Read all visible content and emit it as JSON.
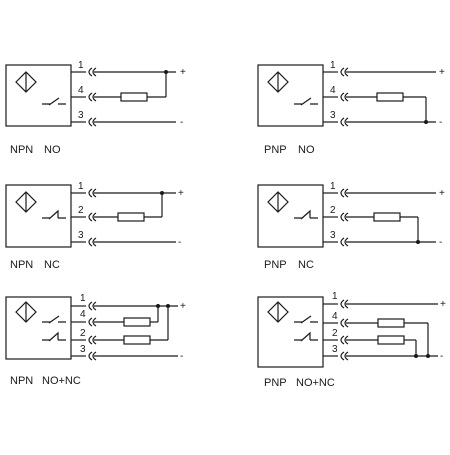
{
  "diagrams": [
    {
      "id": "npn-no",
      "type_label": "NPN",
      "mode_label": "NO",
      "pins": [
        {
          "num": "1",
          "role": "supply",
          "sign": "+"
        },
        {
          "num": "4",
          "role": "output",
          "contact": "no"
        },
        {
          "num": "3",
          "role": "ground",
          "sign": "-"
        }
      ]
    },
    {
      "id": "pnp-no",
      "type_label": "PNP",
      "mode_label": "NO",
      "pins": [
        {
          "num": "1",
          "role": "supply",
          "sign": "+"
        },
        {
          "num": "4",
          "role": "output",
          "contact": "no"
        },
        {
          "num": "3",
          "role": "ground",
          "sign": "-"
        }
      ]
    },
    {
      "id": "npn-nc",
      "type_label": "NPN",
      "mode_label": "NC",
      "pins": [
        {
          "num": "1",
          "role": "supply",
          "sign": "+"
        },
        {
          "num": "2",
          "role": "output",
          "contact": "nc"
        },
        {
          "num": "3",
          "role": "ground",
          "sign": "-"
        }
      ]
    },
    {
      "id": "pnp-nc",
      "type_label": "PNP",
      "mode_label": "NC",
      "pins": [
        {
          "num": "1",
          "role": "supply",
          "sign": "+"
        },
        {
          "num": "2",
          "role": "output",
          "contact": "nc"
        },
        {
          "num": "3",
          "role": "ground",
          "sign": "-"
        }
      ]
    },
    {
      "id": "npn-no-nc",
      "type_label": "NPN",
      "mode_label": "NO+NC",
      "pins": [
        {
          "num": "1",
          "role": "supply",
          "sign": "+"
        },
        {
          "num": "4",
          "role": "output",
          "contact": "no"
        },
        {
          "num": "2",
          "role": "output",
          "contact": "nc"
        },
        {
          "num": "3",
          "role": "ground",
          "sign": "-"
        }
      ]
    },
    {
      "id": "pnp-no-nc",
      "type_label": "PNP",
      "mode_label": "NO+NC",
      "pins": [
        {
          "num": "1",
          "role": "supply",
          "sign": "+"
        },
        {
          "num": "4",
          "role": "output",
          "contact": "no"
        },
        {
          "num": "2",
          "role": "output",
          "contact": "nc"
        },
        {
          "num": "3",
          "role": "ground",
          "sign": "-"
        }
      ]
    }
  ]
}
